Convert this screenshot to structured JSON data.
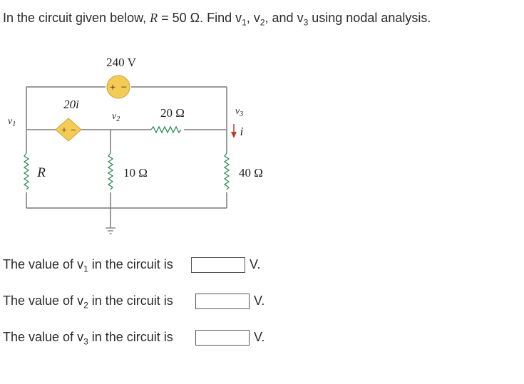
{
  "question": {
    "text_before_r": "In the circuit given below, ",
    "r_symbol": "R",
    "r_value": " = 50 Ω. Find ",
    "v1": "v",
    "v1_sub": "1",
    "sep1": ", ",
    "v2": "v",
    "v2_sub": "2",
    "sep2": ", and ",
    "v3": "v",
    "v3_sub": "3",
    "tail": " using nodal analysis."
  },
  "circuit": {
    "source_voltage": "240 V",
    "dependent_source_label": "20i",
    "resistor_r": "R",
    "resistor_10": "10 Ω",
    "resistor_20": "20 Ω",
    "resistor_40": "40 Ω",
    "node_v1": "v",
    "node_v1_sub": "1",
    "node_v2": "v",
    "node_v2_sub": "2",
    "node_v3": "v",
    "node_v3_sub": "3",
    "current_i": "i",
    "plus": "+",
    "minus": "−"
  },
  "answers": [
    {
      "prefix": "The value of ",
      "var": "v",
      "sub": "1",
      "suffix": " in the circuit is",
      "value": "",
      "unit": "V."
    },
    {
      "prefix": "The value of ",
      "var": "v",
      "sub": "2",
      "suffix": " in the circuit is",
      "value": "",
      "unit": "V."
    },
    {
      "prefix": "The value of ",
      "var": "v",
      "sub": "3",
      "suffix": " in the circuit is",
      "value": "",
      "unit": "V."
    }
  ],
  "colors": {
    "wire": "#7a7a7a",
    "source_fill": "#f4cc55",
    "text": "#2b2b2b",
    "current_arrow": "#c0392b"
  }
}
